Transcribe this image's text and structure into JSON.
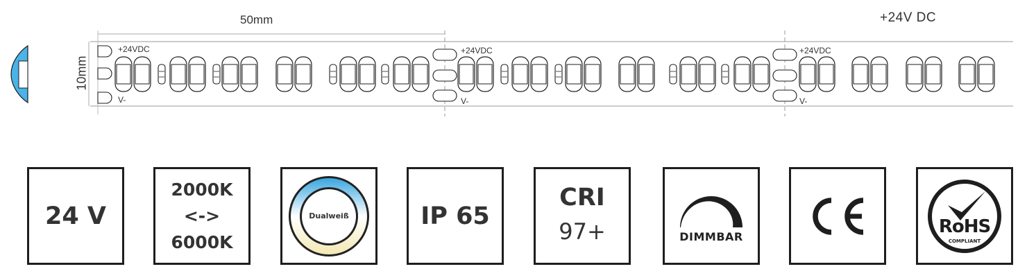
{
  "dimensions": {
    "width_label": "50mm",
    "height_label": "10mm"
  },
  "strip": {
    "voltage_label": "+24V DC",
    "pad_plus": "+24VDC",
    "pad_minus": "V-"
  },
  "features": [
    {
      "id": "voltage",
      "text": "24 V"
    },
    {
      "id": "color-temp",
      "lines": [
        "2000K",
        "<->",
        "6000K"
      ]
    },
    {
      "id": "dual-white",
      "label": "Dualweiß"
    },
    {
      "id": "ip-rating",
      "text": "IP 65"
    },
    {
      "id": "cri",
      "label": "CRI",
      "value": "97+"
    },
    {
      "id": "dimmable",
      "label": "DIMMBAR"
    },
    {
      "id": "ce",
      "label": "CE"
    },
    {
      "id": "rohs",
      "label": "RoHS",
      "sublabel": "COMPLIANT"
    }
  ],
  "colors": {
    "warm_white": "#f6efc6",
    "cool_white": "#3aa6df",
    "profile_blue": "#4ab3e8",
    "outline": "#1e1e1e"
  },
  "icons": [
    "profile-cross-section-icon",
    "dual-white-ring-icon",
    "dimmer-arc-icon",
    "ce-mark-icon",
    "rohs-badge-icon"
  ]
}
